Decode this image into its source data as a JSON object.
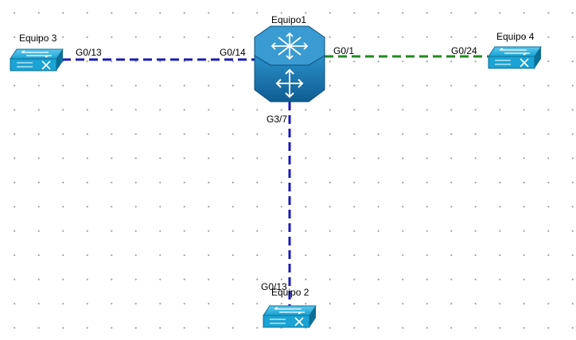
{
  "nodes": {
    "core": {
      "name": "Equipo1",
      "icon": "multilayer-switch-icon"
    },
    "left": {
      "name": "Equipo 3",
      "icon": "switch-icon"
    },
    "right": {
      "name": "Equipo 4",
      "icon": "switch-icon"
    },
    "bottom": {
      "name": "Equipo 2",
      "icon": "switch-icon"
    }
  },
  "links": {
    "left": {
      "a_port": "G0/13",
      "b_port": "G0/14",
      "color": "#1b1bb4",
      "style": "dashed"
    },
    "right": {
      "a_port": "G0/1",
      "b_port": "G0/24",
      "color": "#1f8a1f",
      "style": "dashed"
    },
    "bottom": {
      "a_port": "G3/7",
      "b_port": "G0/13",
      "color": "#1b1bb4",
      "style": "dashed"
    }
  },
  "colors": {
    "device_fill": "#1aa3d4",
    "device_dark": "#0d6f97",
    "core_fill": "#1570a8",
    "core_dark": "#0b4f7e",
    "icon_lines": "#ffffff"
  }
}
